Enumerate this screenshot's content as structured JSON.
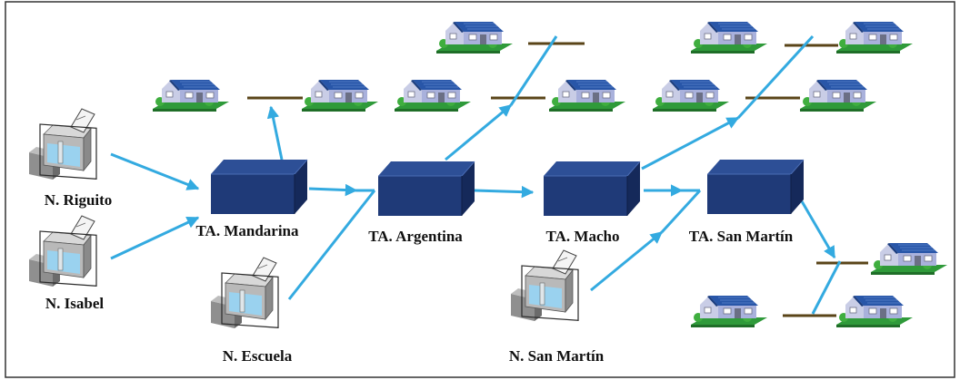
{
  "colors": {
    "pipe": "#33aae0",
    "tank_front": "#1f3a78",
    "tank_top": "#2d4f96",
    "tank_side": "#15295a",
    "wire": "#5a4418",
    "frame": "#333333"
  },
  "labels": {
    "riguito": "N. Riguito",
    "isabel": "N. Isabel",
    "escuela": "N. Escuela",
    "san_martin_source": "N. San Martín",
    "mandarina": "TA. Mandarina",
    "argentina": "TA. Argentina",
    "macho": "TA. Macho",
    "san_martin_tank": "TA. San Martín"
  }
}
